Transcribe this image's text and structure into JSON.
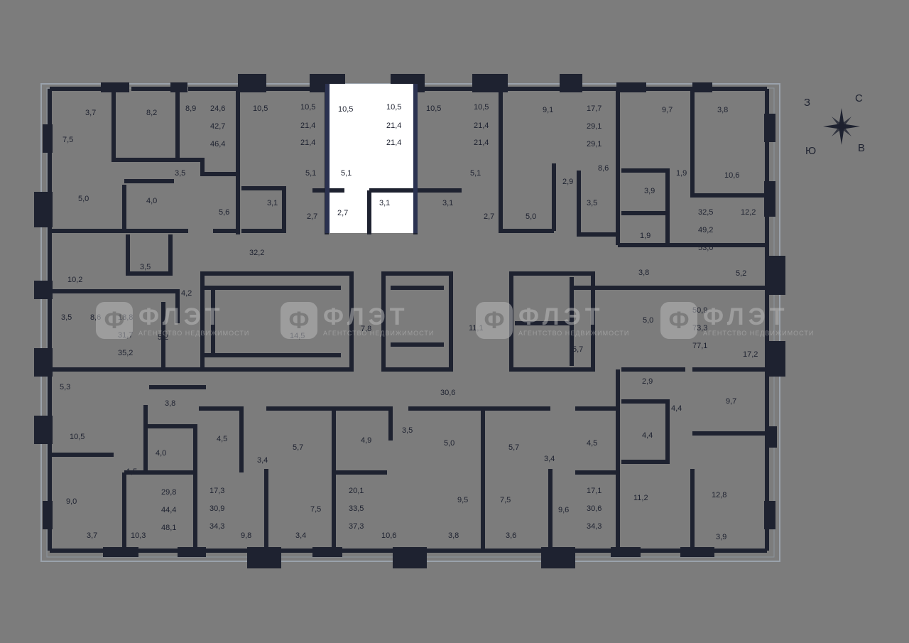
{
  "selected_unit": {
    "label": "10,5",
    "areas": [
      "10,5",
      "21,4",
      "21,4"
    ],
    "kitchen": "5,1",
    "hall": "2,7",
    "bath": "3,1"
  },
  "compass": {
    "north": "С",
    "east": "В",
    "south": "Ю",
    "west": "З"
  },
  "watermark": {
    "brand": "ФЛЭТ",
    "tagline": "АГЕНТСТВО НЕДВИЖИМОСТИ",
    "logo": "Ф"
  },
  "colors": {
    "background": "#7c7c7c",
    "walls": "#1e2230",
    "selected": "#ffffff"
  },
  "labels": [
    "3,7",
    "8,2",
    "8,9",
    "24,6",
    "42,7",
    "46,4",
    "7,5",
    "3,5",
    "5,0",
    "4,0",
    "5,6",
    "10,5",
    "10,5",
    "21,4",
    "21,4",
    "5,1",
    "3,1",
    "2,7",
    "10,5",
    "10,5",
    "21,4",
    "21,4",
    "5,1",
    "3,1",
    "2,7",
    "9,1",
    "2,9",
    "5,0",
    "17,7",
    "29,1",
    "29,1",
    "8,6",
    "3,5",
    "9,7",
    "3,8",
    "1,9",
    "10,6",
    "3,9",
    "12,2",
    "32,5",
    "49,2",
    "53,0",
    "1,9",
    "32,2",
    "10,2",
    "3,5",
    "4,2",
    "3,5",
    "8,6",
    "18,8",
    "31,7",
    "35,2",
    "5,2",
    "14,5",
    "7,8",
    "11,1",
    "5,7",
    "3,8",
    "5,2",
    "5,0",
    "50,9",
    "73,3",
    "77,1",
    "17,2",
    "5,3",
    "3,8",
    "30,6",
    "2,9",
    "4,4",
    "9,7",
    "10,5",
    "4,0",
    "4,5",
    "3,4",
    "5,7",
    "4,9",
    "3,5",
    "5,0",
    "5,7",
    "3,4",
    "4,5",
    "4,4",
    "1,5",
    "9,0",
    "3,7",
    "10,3",
    "29,8",
    "44,4",
    "48,1",
    "17,3",
    "30,9",
    "34,3",
    "9,8",
    "7,5",
    "3,4",
    "20,1",
    "33,5",
    "37,3",
    "10,6",
    "9,5",
    "3,8",
    "7,5",
    "3,6",
    "9,6",
    "17,1",
    "30,6",
    "34,3",
    "11,2",
    "12,8",
    "3,9"
  ]
}
